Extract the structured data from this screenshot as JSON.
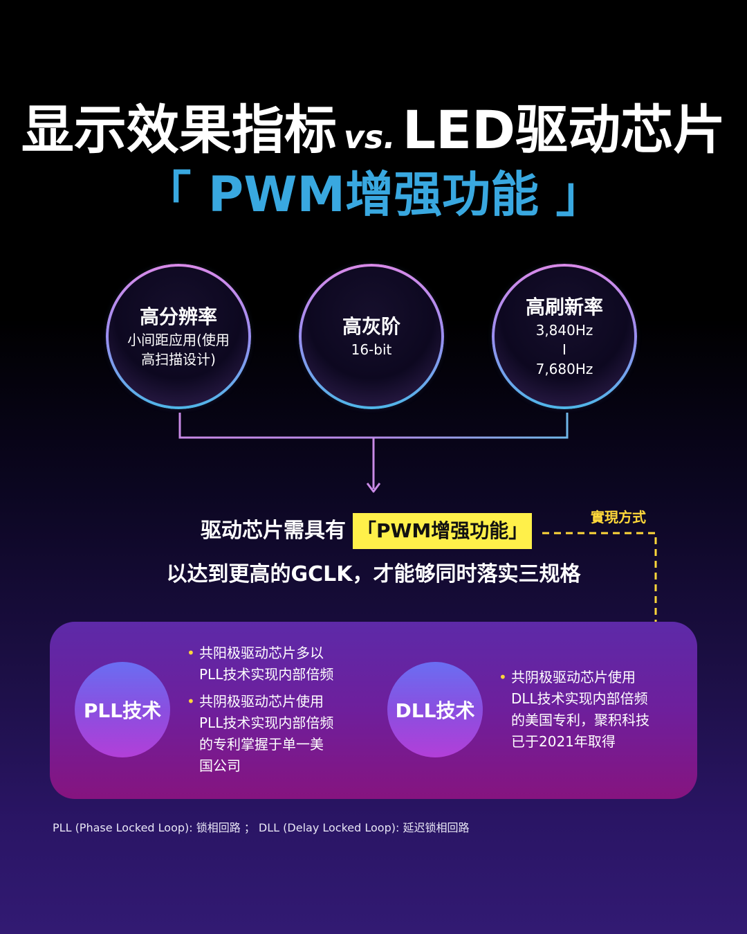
{
  "title": {
    "line1_part1": "显示效果指标",
    "line1_vs": "vs.",
    "line1_part2": "LED驱动芯片",
    "line2": "「 PWM增强功能 」"
  },
  "metrics": [
    {
      "title": "高分辨率",
      "sub_lines": [
        "小间距应用(使用",
        "高扫描设计)"
      ]
    },
    {
      "title": "高灰阶",
      "sub_lines": [
        "16-bit"
      ]
    },
    {
      "title": "高刷新率",
      "sub_lines": [
        "3,840Hz",
        "I",
        "7,680Hz"
      ]
    }
  ],
  "requirement": {
    "prefix": "驱动芯片需具有",
    "highlight": "「PWM增强功能」",
    "method_label": "實現方式",
    "second_line": "以达到更高的GCLK，才能够同时落实三规格"
  },
  "technologies": [
    {
      "name": "PLL技术",
      "bullets": [
        [
          "共阳极驱动芯片多以",
          "PLL技术实现内部倍频"
        ],
        [
          "共阴极驱动芯片使用",
          "PLL技术实现内部倍频",
          "的专利掌握于单一美",
          "国公司"
        ]
      ]
    },
    {
      "name": "DLL技术",
      "bullets": [
        [
          "共阴极驱动芯片使用",
          "DLL技术实现内部倍频",
          "的美国专利，聚积科技",
          "已于2021年取得"
        ]
      ]
    }
  ],
  "footnote": "PLL (Phase Locked Loop): 锁相回路 ； DLL (Delay Locked Loop): 延迟锁相回路",
  "colors": {
    "title_accent": "#39a8e0",
    "highlight_bg": "#fff04a",
    "method_label": "#ffd83a",
    "bullet_dot": "#ffd83a"
  }
}
